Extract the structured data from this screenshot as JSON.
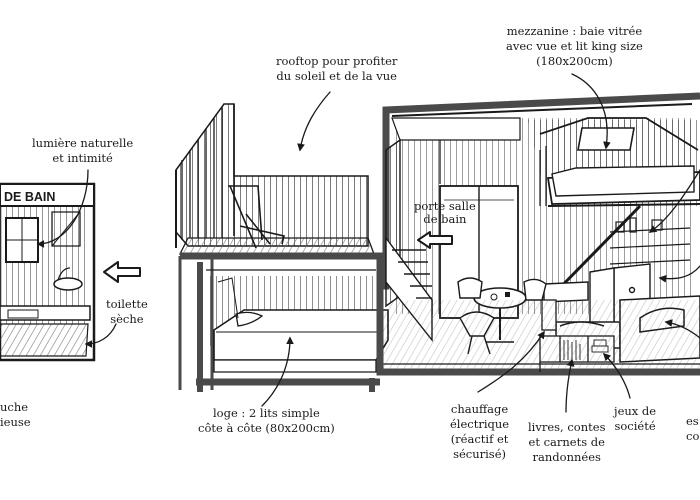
{
  "bathroom_sign": "DE BAIN",
  "labels": {
    "natural_light": [
      "lumière naturelle",
      "et intimité"
    ],
    "rooftop": [
      "rooftop pour profiter",
      "du soleil et de la vue"
    ],
    "mezzanine": [
      "mezzanine : baie vitrée",
      "avec vue et lit king size",
      "(180x200cm)"
    ],
    "bathroom_door": [
      "porte salle",
      "de bain"
    ],
    "dry_toilet": [
      "toilette",
      "sèche"
    ],
    "shower_partial": [
      "uche",
      "ieuse"
    ],
    "loge": [
      "loge : 2 lits simple",
      "côte à côte (80x200cm)"
    ],
    "heating": [
      "chauffage",
      "électrique",
      "(réactif et",
      "sécurisé)"
    ],
    "books": [
      "livres, contes",
      "et carnets de",
      "randonnées"
    ],
    "board_games": [
      "jeux de",
      "société"
    ],
    "right_partial": [
      "es",
      "co"
    ]
  }
}
